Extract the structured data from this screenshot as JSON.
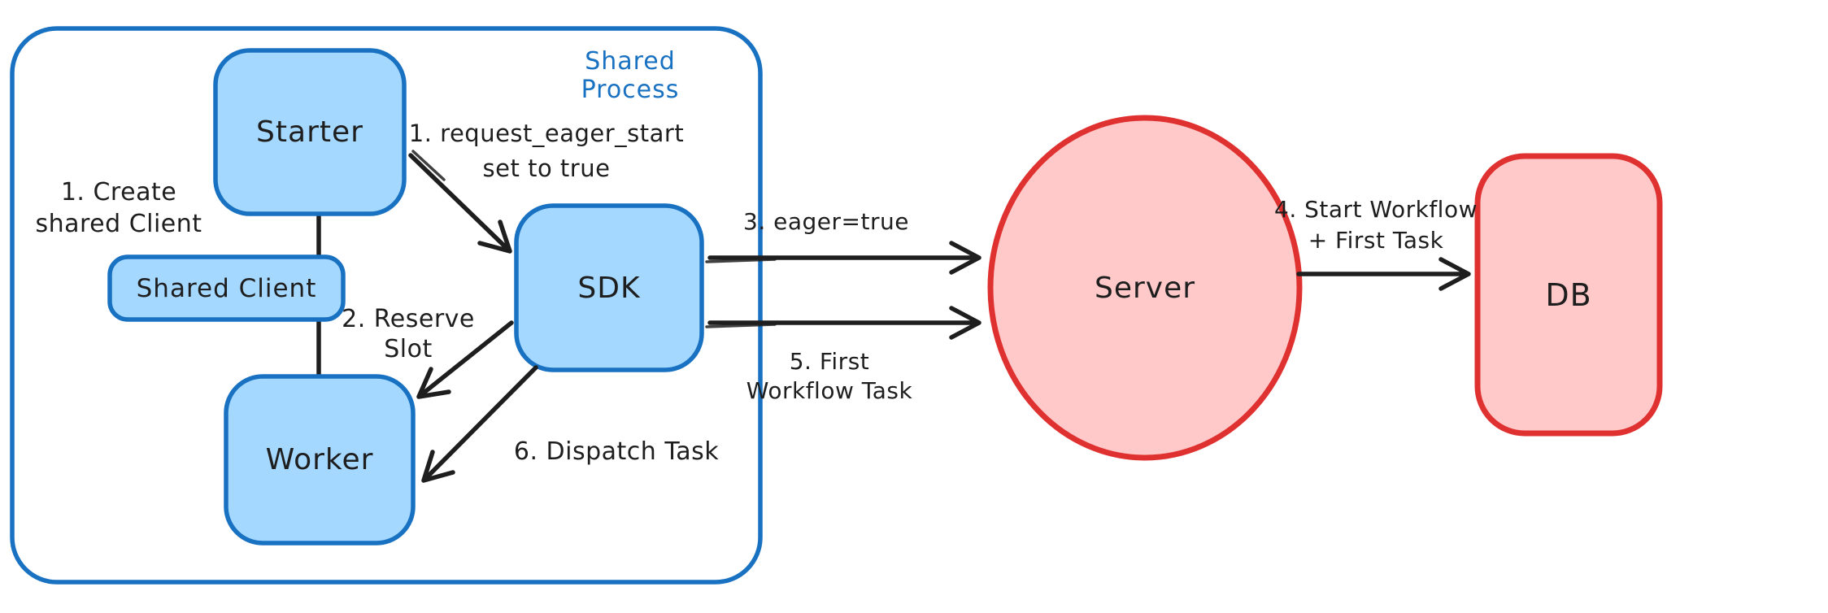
{
  "diagram": {
    "container_label": "Shared Process",
    "nodes": {
      "starter": "Starter",
      "shared_client": "Shared Client",
      "worker": "Worker",
      "sdk": "SDK",
      "server": "Server",
      "db": "DB"
    },
    "annotations": {
      "create_client_line1": "1. Create",
      "create_client_line2": "shared Client",
      "request_eager_line1": "1. request_eager_start",
      "request_eager_line2": "set to true",
      "reserve_slot_line1": "2. Reserve",
      "reserve_slot_line2": "Slot",
      "eager_true": "3. eager=true",
      "start_workflow_line1": "4. Start Workflow",
      "start_workflow_line2": "+ First Task",
      "first_task_line1": "5. First",
      "first_task_line2": "Workflow Task",
      "dispatch_task": "6. Dispatch Task"
    },
    "colors": {
      "blue_stroke": "#1971c2",
      "blue_fill": "#a5d8ff",
      "red_stroke": "#e03131",
      "red_fill": "#ffc9c9",
      "ink": "#1e1e1e",
      "background": "#ffffff"
    }
  }
}
